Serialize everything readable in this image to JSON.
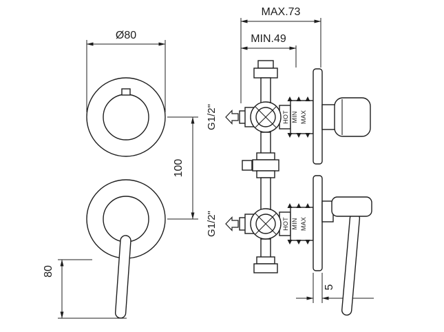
{
  "drawing": {
    "dims": {
      "diameter": "Ø80",
      "max_depth": "MAX.73",
      "min_depth": "MIN.49",
      "center_distance": "100",
      "handle_length": "80",
      "plate_thickness": "5",
      "thread": "G1/2\""
    },
    "cartridge": {
      "hot": "HOT",
      "min": "MIN",
      "max": "MAX"
    },
    "colors": {
      "line": "#1d1d1d",
      "background": "#ffffff"
    }
  }
}
